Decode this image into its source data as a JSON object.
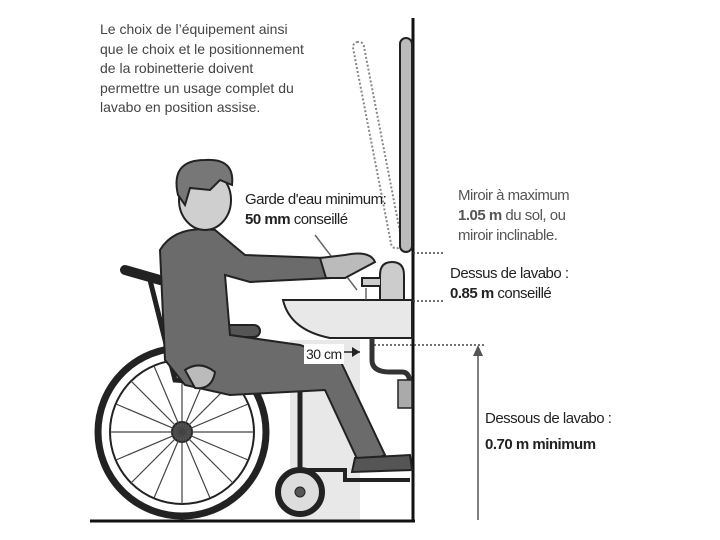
{
  "intro_text": [
    "Le choix de l’équipement ainsi",
    "que le choix et le positionnement",
    "de la robinetterie doivent",
    "permettre un usage complet du",
    "lavabo en position assise."
  ],
  "water_guard": {
    "line1": "Garde d'eau  minimum:",
    "value": "50 mm",
    "suffix": " conseillé"
  },
  "mirror": {
    "line1": "Miroir à maximum",
    "value": "1.05 m",
    "suffix": " du sol, ou",
    "line3": "miroir inclinable."
  },
  "sink_top": {
    "line1": "Dessus de lavabo :",
    "value": "0.85 m",
    "suffix": " conseillé"
  },
  "sink_bottom": {
    "line1": "Dessous de lavabo :",
    "line2": "0.70 m minimum"
  },
  "knee_clearance": "30 cm",
  "colors": {
    "figure": "#6b6b6b",
    "shade": "#d8d8d8",
    "line": "#222222"
  }
}
